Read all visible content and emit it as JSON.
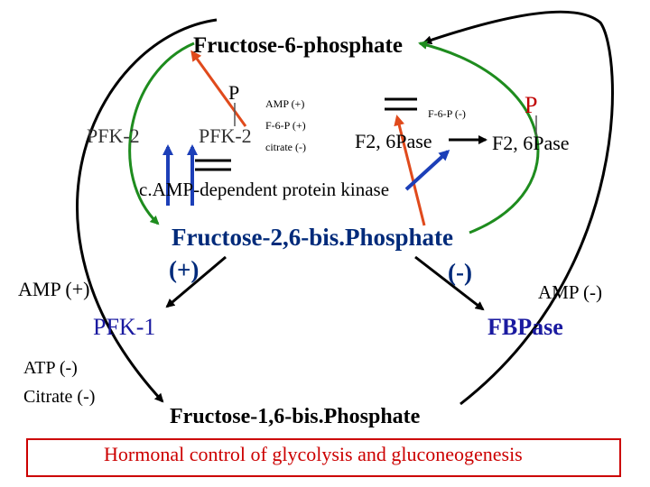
{
  "labels": {
    "fructose_6_phosphate": "Fructose-6-phosphate",
    "phosphate_left": "P",
    "phosphate_right": "P",
    "pfk2_left": "PFK-2",
    "pfk2_right": "PFK-2",
    "amp_plus_small": "AMP (+)",
    "f6p_plus": "F-6-P (+)",
    "citrate_minus_small": "citrate (-)",
    "f6p_minus": "F-6-P (-)",
    "f26pase_left": "F2, 6Pase",
    "f26pase_right": "F2, 6Pase",
    "camp_kinase": "c.AMP-dependent protein kinase",
    "fructose_26_bisphosphate": "Fructose-2,6-bis.Phosphate",
    "activate_plus": "(+)",
    "inhibit_minus": "(-)",
    "amp_plus": "AMP (+)",
    "amp_minus": "AMP (-)",
    "pfk1": "PFK-1",
    "fbpase": "FBPase",
    "atp_minus": "ATP (-)",
    "citrate_minus": "Citrate (-)",
    "fructose_16_bisphosphate": "Fructose-1,6-bis.Phosphate"
  },
  "caption": "Hormonal control of glycolysis and gluconeogenesis",
  "colors": {
    "green": "#1e8c1e",
    "blue": "#1c3fb8",
    "orange": "#e04a1c",
    "caption_red": "#cc0000",
    "black": "#000000"
  }
}
